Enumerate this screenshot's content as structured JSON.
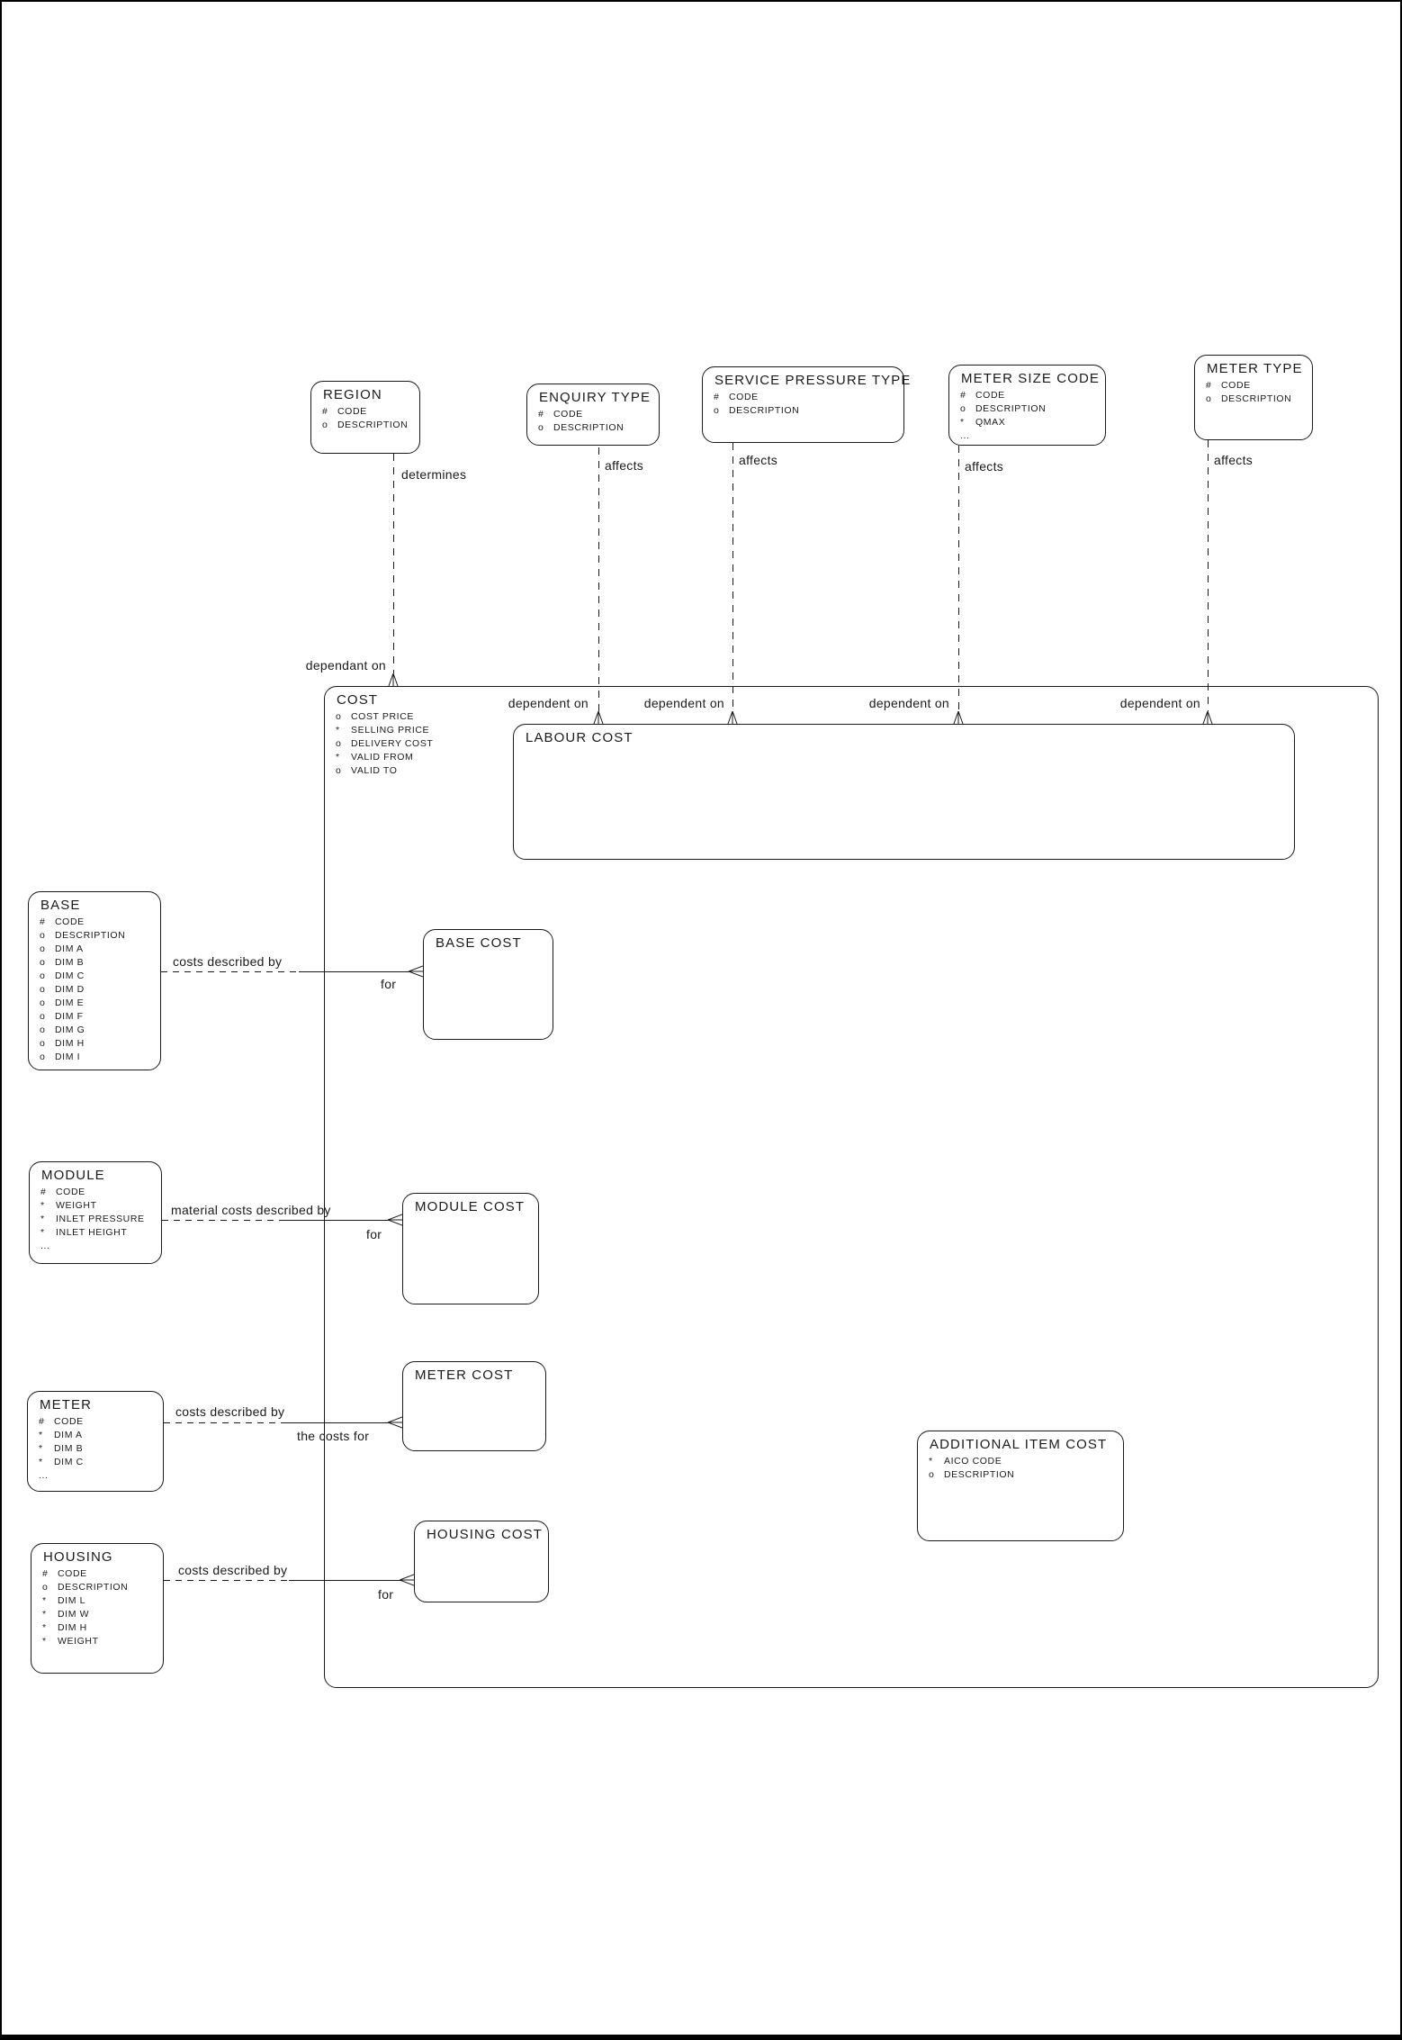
{
  "page": {
    "background": "#ffffff",
    "line_color": "#1a1a1a"
  },
  "entities": {
    "region": {
      "title": "REGION",
      "attributes": [
        {
          "p": "#",
          "n": "CODE"
        },
        {
          "p": "o",
          "n": "DESCRIPTION"
        }
      ]
    },
    "enquiry_type": {
      "title": "ENQUIRY TYPE",
      "attributes": [
        {
          "p": "#",
          "n": "CODE"
        },
        {
          "p": "o",
          "n": "DESCRIPTION"
        }
      ]
    },
    "service_pressure_type": {
      "title": "SERVICE PRESSURE TYPE",
      "attributes": [
        {
          "p": "#",
          "n": "CODE"
        },
        {
          "p": "o",
          "n": "DESCRIPTION"
        }
      ]
    },
    "meter_size_code": {
      "title": "METER SIZE CODE",
      "attributes": [
        {
          "p": "#",
          "n": "CODE"
        },
        {
          "p": "o",
          "n": "DESCRIPTION"
        },
        {
          "p": "*",
          "n": "QMAX"
        },
        {
          "p": "...",
          "n": ""
        }
      ]
    },
    "meter_type": {
      "title": "METER TYPE",
      "attributes": [
        {
          "p": "#",
          "n": "CODE"
        },
        {
          "p": "o",
          "n": "DESCRIPTION"
        }
      ]
    },
    "cost": {
      "title": "COST",
      "attributes": [
        {
          "p": "o",
          "n": "COST PRICE"
        },
        {
          "p": "*",
          "n": "SELLING PRICE"
        },
        {
          "p": "o",
          "n": "DELIVERY COST"
        },
        {
          "p": "*",
          "n": "VALID FROM"
        },
        {
          "p": "o",
          "n": "VALID TO"
        }
      ]
    },
    "labour_cost": {
      "title": "LABOUR COST"
    },
    "base": {
      "title": "BASE",
      "attributes": [
        {
          "p": "#",
          "n": "CODE"
        },
        {
          "p": "o",
          "n": "DESCRIPTION"
        },
        {
          "p": "o",
          "n": "DIM A"
        },
        {
          "p": "o",
          "n": "DIM B"
        },
        {
          "p": "o",
          "n": "DIM C"
        },
        {
          "p": "o",
          "n": "DIM D"
        },
        {
          "p": "o",
          "n": "DIM E"
        },
        {
          "p": "o",
          "n": "DIM F"
        },
        {
          "p": "o",
          "n": "DIM G"
        },
        {
          "p": "o",
          "n": "DIM H"
        },
        {
          "p": "o",
          "n": "DIM I"
        }
      ]
    },
    "base_cost": {
      "title": "BASE COST"
    },
    "module": {
      "title": "MODULE",
      "attributes": [
        {
          "p": "#",
          "n": "CODE"
        },
        {
          "p": "*",
          "n": "WEIGHT"
        },
        {
          "p": "*",
          "n": "INLET PRESSURE"
        },
        {
          "p": "*",
          "n": "INLET HEIGHT"
        },
        {
          "p": "...",
          "n": ""
        }
      ]
    },
    "module_cost": {
      "title": "MODULE COST"
    },
    "meter": {
      "title": "METER",
      "attributes": [
        {
          "p": "#",
          "n": "CODE"
        },
        {
          "p": "*",
          "n": "DIM A"
        },
        {
          "p": "*",
          "n": "DIM B"
        },
        {
          "p": "*",
          "n": "DIM C"
        },
        {
          "p": "...",
          "n": ""
        }
      ]
    },
    "meter_cost": {
      "title": "METER COST"
    },
    "additional_item_cost": {
      "title": "ADDITIONAL ITEM COST",
      "attributes": [
        {
          "p": "*",
          "n": "AICO CODE"
        },
        {
          "p": "o",
          "n": "DESCRIPTION"
        }
      ]
    },
    "housing": {
      "title": "HOUSING",
      "attributes": [
        {
          "p": "#",
          "n": "CODE"
        },
        {
          "p": "o",
          "n": "DESCRIPTION"
        },
        {
          "p": "*",
          "n": "DIM L"
        },
        {
          "p": "*",
          "n": "DIM W"
        },
        {
          "p": "*",
          "n": "DIM H"
        },
        {
          "p": "*",
          "n": "WEIGHT"
        }
      ]
    },
    "housing_cost": {
      "title": "HOUSING COST"
    }
  },
  "relationships": {
    "region_cost": {
      "near_label": "determines",
      "far_label": "dependant on"
    },
    "enquiry_labour": {
      "near_label": "affects",
      "far_label": "dependent on"
    },
    "service_pressure_labour": {
      "near_label": "affects",
      "far_label": "dependent on"
    },
    "meter_size_labour": {
      "near_label": "affects",
      "far_label": "dependent on"
    },
    "meter_type_labour": {
      "near_label": "affects",
      "far_label": "dependent on"
    },
    "base_base_cost": {
      "near_label": "costs described by",
      "far_label": "for"
    },
    "module_module_cost": {
      "near_label": "material costs described by",
      "far_label": "for"
    },
    "meter_meter_cost": {
      "near_label": "costs described by",
      "far_label": "the costs for"
    },
    "housing_housing_cost": {
      "near_label": "costs described by",
      "far_label": "for"
    }
  }
}
